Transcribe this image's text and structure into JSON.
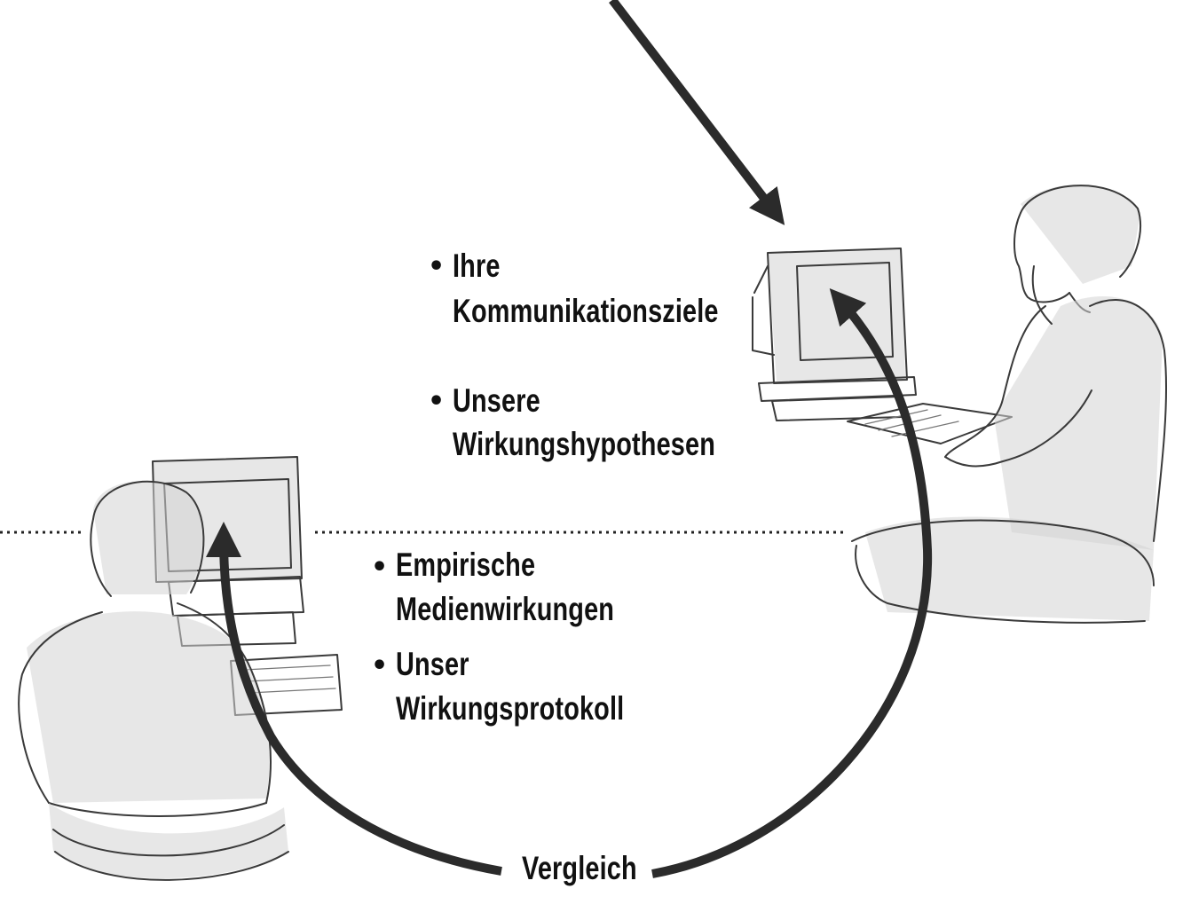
{
  "items_top": [
    {
      "line1": "Ihre",
      "line2": "Kommunikationsziele"
    },
    {
      "line1": "Unsere",
      "line2": "Wirkungshypothesen"
    }
  ],
  "items_bottom": [
    {
      "line1": "Empirische",
      "line2": "Medienwirkungen"
    },
    {
      "line1": "Unser",
      "line2": "Wirkungsprotokoll"
    }
  ],
  "cycle_label": "Vergleich",
  "colors": {
    "arrow": "#2b2b2b",
    "divider": "#222222",
    "text": "#111111"
  }
}
